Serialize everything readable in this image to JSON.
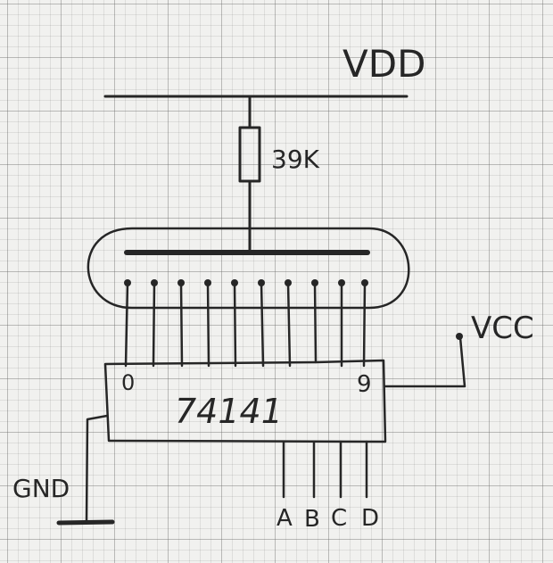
{
  "labels": {
    "vdd": "VDD",
    "resistor": "39K",
    "vcc": "VCC",
    "chip": "74141",
    "pin_first": "0",
    "pin_last": "9",
    "gnd": "GND",
    "inputs": [
      "A",
      "B",
      "C",
      "D"
    ]
  },
  "colors": {
    "ink": "#262626",
    "paper": "#f1f1ef"
  }
}
